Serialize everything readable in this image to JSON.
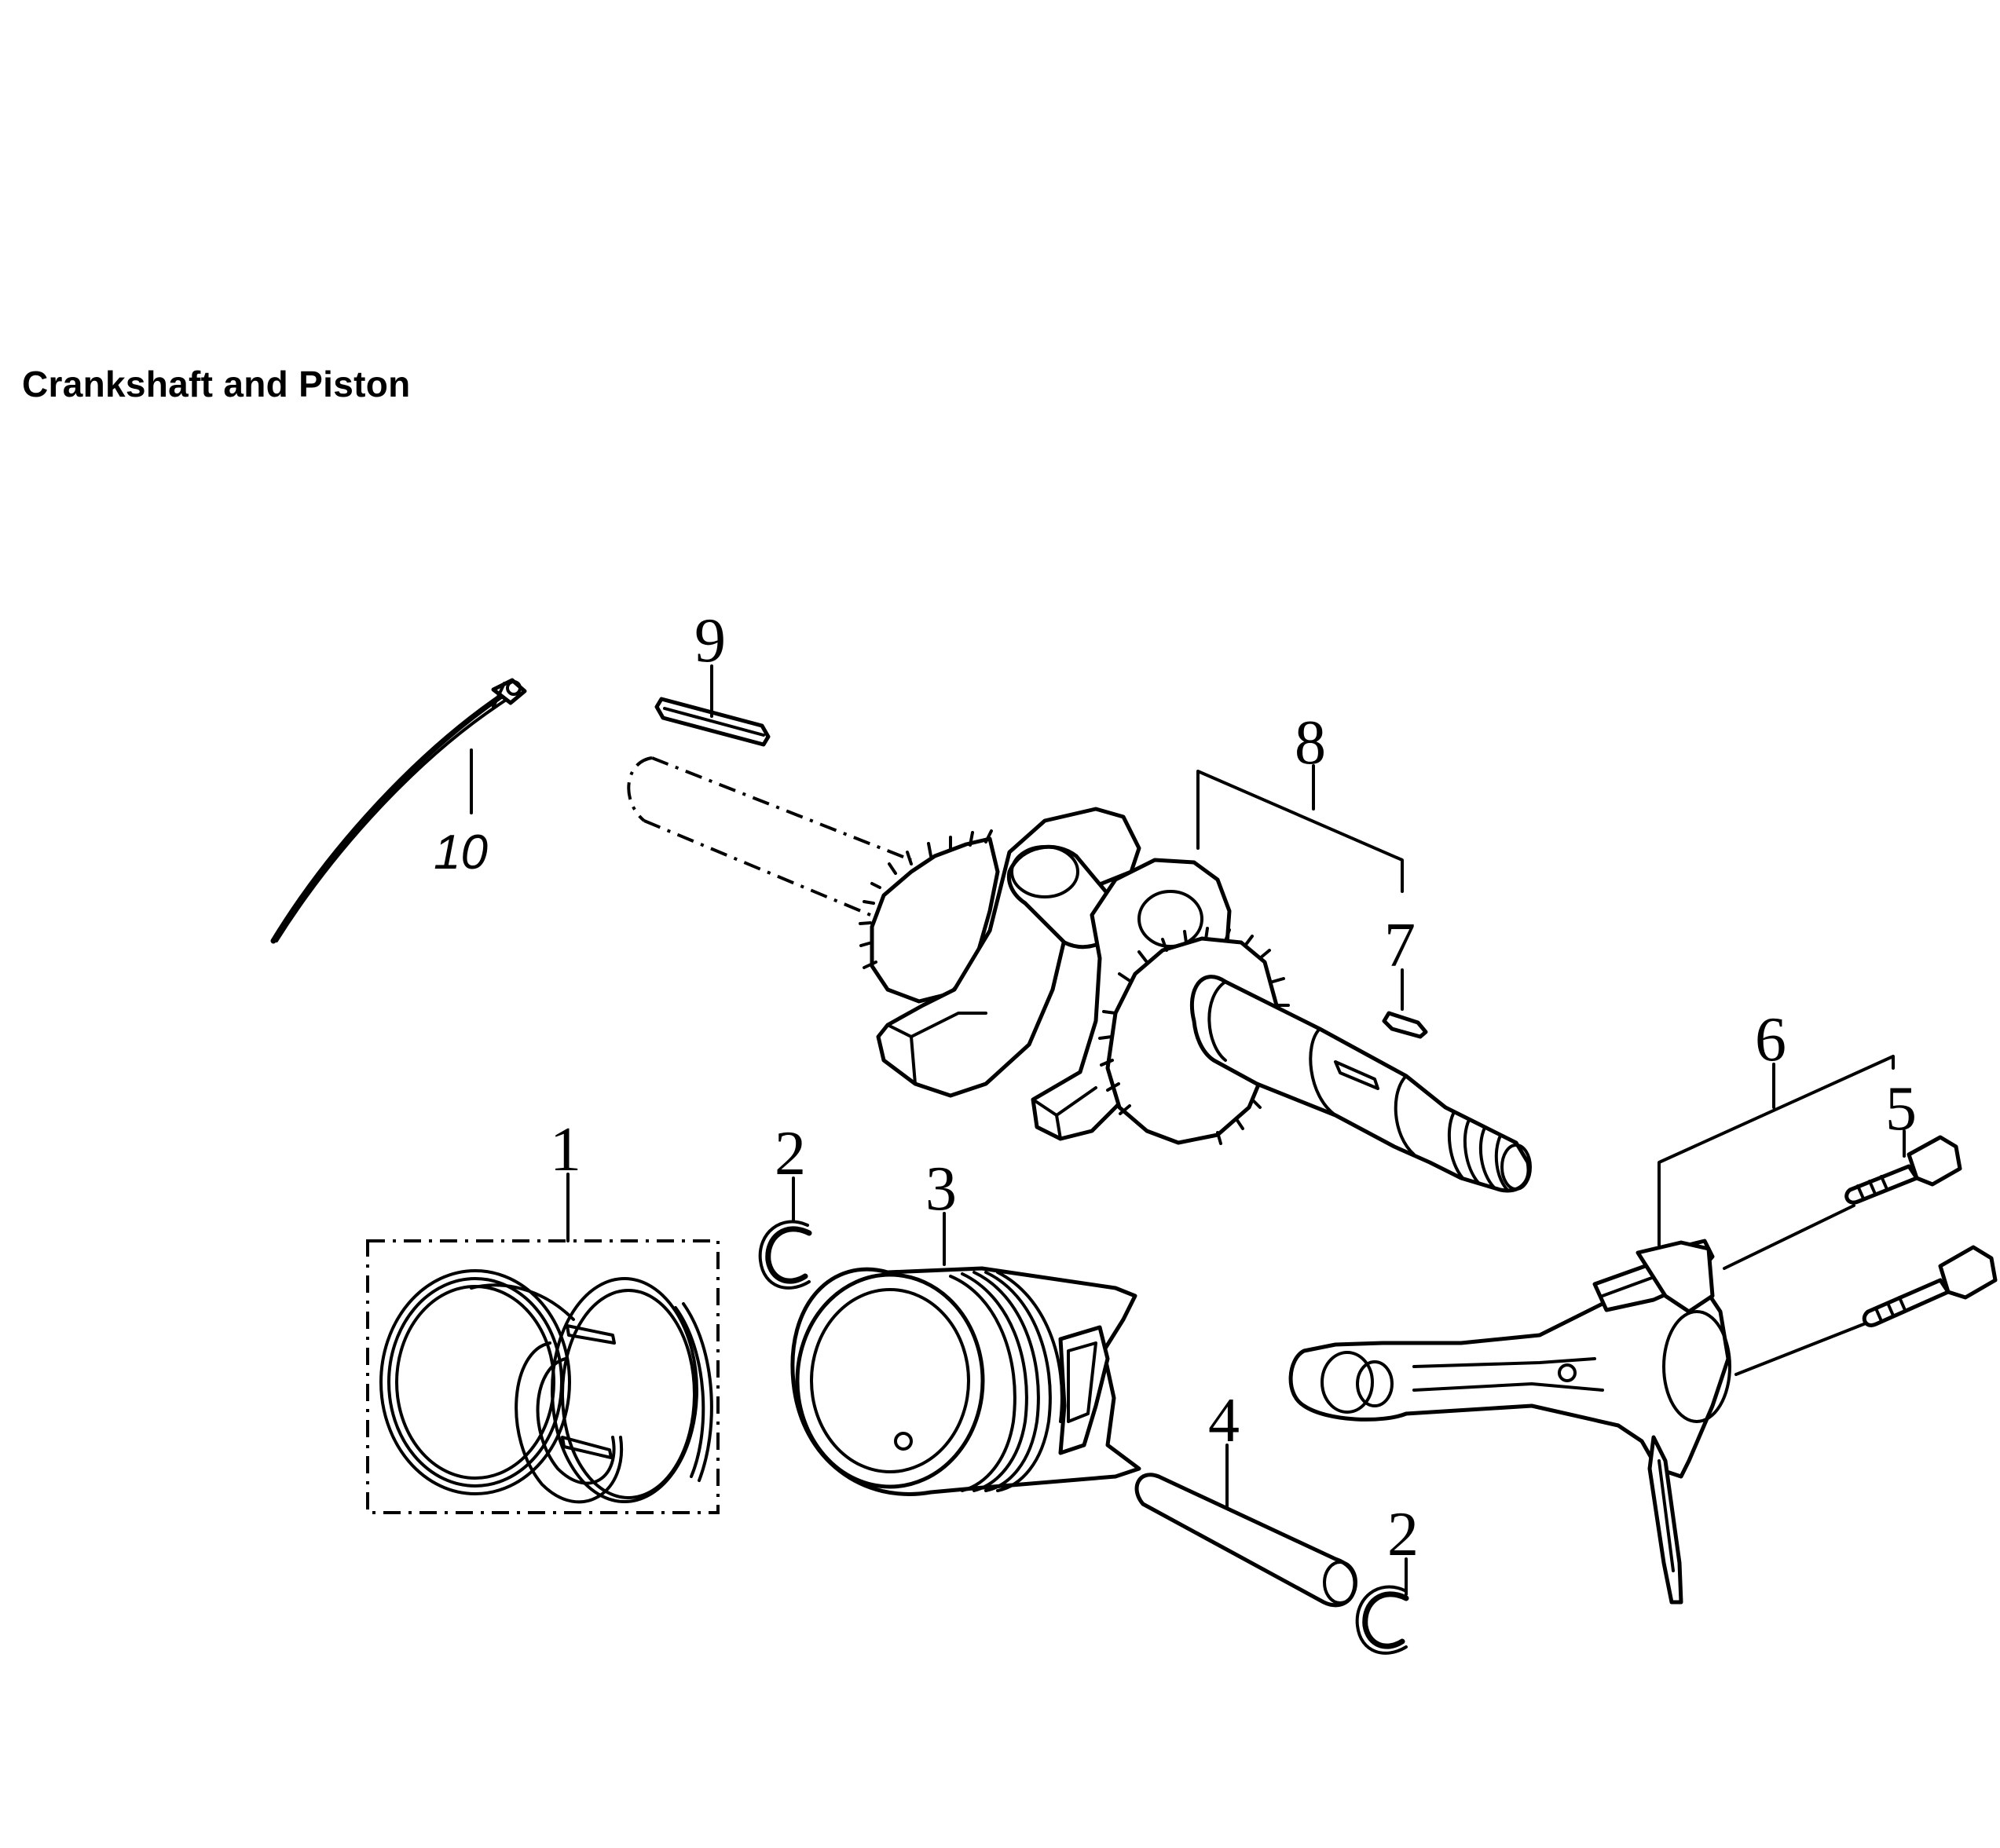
{
  "title": "Crankshaft and Piston",
  "callouts": [
    {
      "id": "1",
      "label": "1"
    },
    {
      "id": "2a",
      "label": "2"
    },
    {
      "id": "2b",
      "label": "2"
    },
    {
      "id": "3",
      "label": "3"
    },
    {
      "id": "4",
      "label": "4"
    },
    {
      "id": "5",
      "label": "5"
    },
    {
      "id": "6",
      "label": "6"
    },
    {
      "id": "7",
      "label": "7"
    },
    {
      "id": "8",
      "label": "8"
    },
    {
      "id": "9",
      "label": "9"
    },
    {
      "id": "10",
      "label": "10"
    }
  ]
}
